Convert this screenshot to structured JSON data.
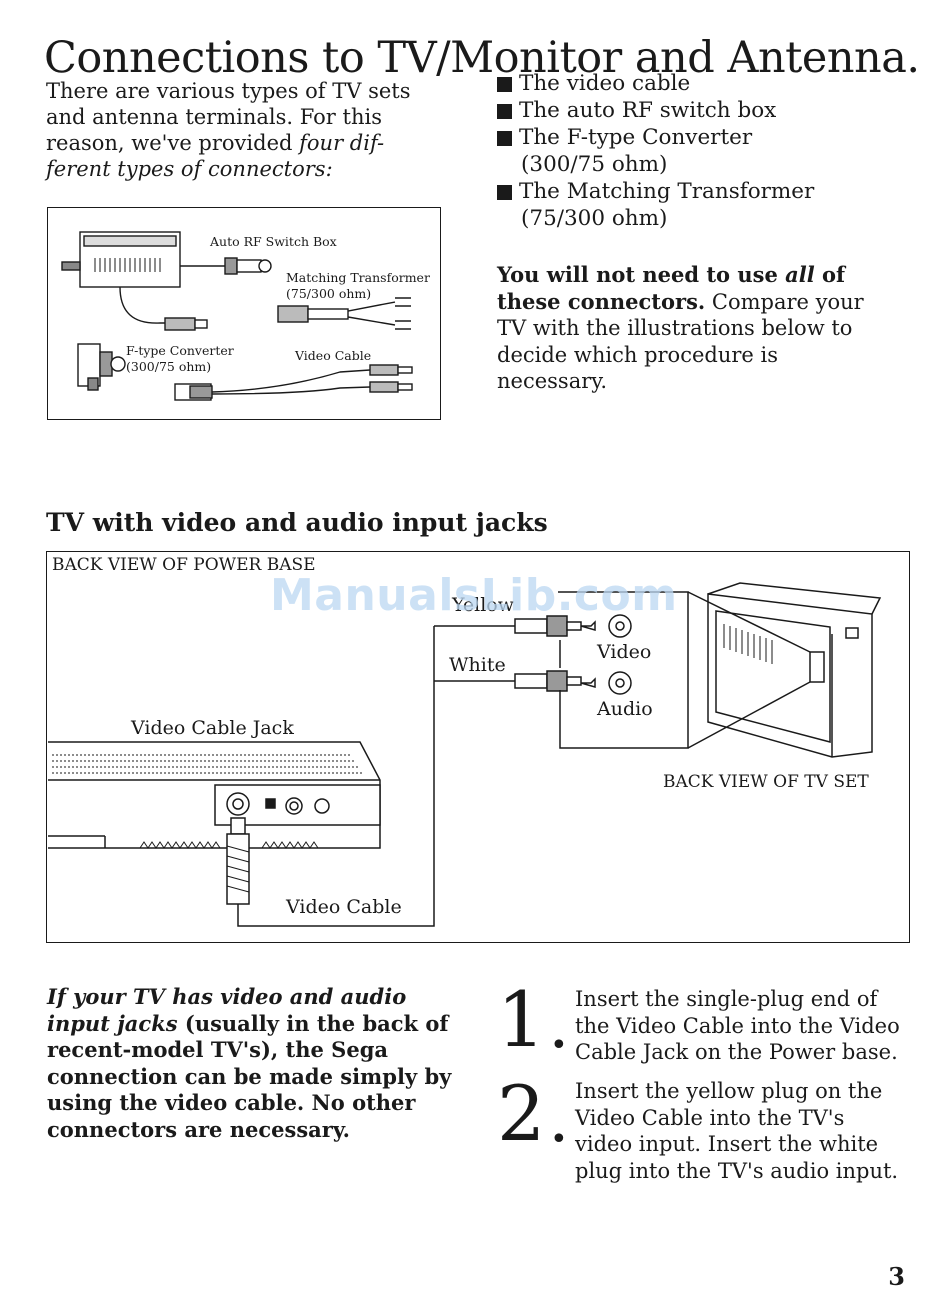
{
  "page_title": "Connections to TV/Monitor and Antenna.",
  "intro": {
    "lead": "There are various types of TV sets and antenna terminals. For this reason, we've provided ",
    "emph": "four dif- ferent types of connectors:"
  },
  "connectors": [
    {
      "label": "The video cable",
      "sub": ""
    },
    {
      "label": "The auto RF switch box",
      "sub": ""
    },
    {
      "label": "The F-type Converter",
      "sub": "(300/75 ohm)"
    },
    {
      "label": "The Matching Transformer",
      "sub": "(75/300 ohm)"
    }
  ],
  "compare": {
    "bold_a": "You will not need to use ",
    "bold_em": "all",
    "bold_b": " of these connectors.",
    "rest": " Compare your TV with the illustrations below to decide which procedure is necessary."
  },
  "diagram1": {
    "auto_rf": "Auto RF Switch Box",
    "matching_1": "Matching Transformer",
    "matching_2": "(75/300 ohm)",
    "ftype_1": "F-type Converter",
    "ftype_2": "(300/75 ohm)",
    "video_cable": "Video Cable"
  },
  "section_title": "TV with video and audio input jacks",
  "diagram2": {
    "back_power_base": "BACK VIEW OF POWER BASE",
    "yellow": "Yellow",
    "white": "White",
    "video": "Video",
    "audio": "Audio",
    "video_cable_jack": "Video Cable Jack",
    "video_cable": "Video Cable",
    "back_tv": "BACK VIEW OF TV SET"
  },
  "watermark": "ManualsLib.com",
  "instructions": {
    "em": "If your TV has video and audio input jacks",
    "rest": " (usually in the back of recent-model TV's), the Sega connection can be made simply by using the video cable. No other connectors are necessary."
  },
  "steps": [
    {
      "num": "1",
      "text": "Insert the single-plug end of the Video Cable into the Video Cable Jack on the Power base."
    },
    {
      "num": "2",
      "text": "Insert the yellow plug on the Video Cable into the TV's video input. Insert the white plug into the TV's audio input."
    }
  ],
  "page_number": "3"
}
